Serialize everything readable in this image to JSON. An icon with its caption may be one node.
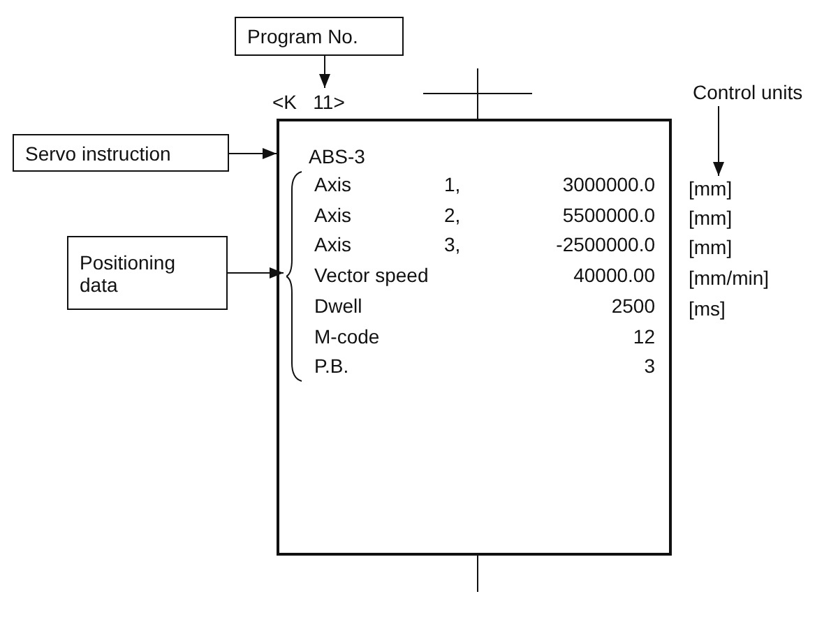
{
  "diagram": {
    "nodes": [
      {
        "text": [
          "Program No."
        ]
      },
      {
        "text": [
          "<K   11>"
        ]
      },
      {
        "text": [
          "Servo instruction"
        ]
      },
      {
        "text": [],
        "shape": "box"
      },
      {
        "text": [
          "ABS-3"
        ],
        "in": 3
      },
      {
        "text": [
          "Positioning data"
        ]
      },
      {
        "text": [],
        "shape": "brace",
        "in": 3
      },
      {
        "text": [
          "Control units"
        ]
      },
      {
        "text": [
          "[mm]"
        ]
      }
    ],
    "edges": [
      {
        "from": 0,
        "to": 1,
        "arrow": "to"
      },
      {
        "from": 2,
        "to": 4,
        "arrow": "to"
      },
      {
        "from": 5,
        "to": 6,
        "arrow": "to"
      },
      {
        "from": 7,
        "to": 8,
        "arrow": "to"
      }
    ],
    "labels": [
      "Axis",
      "1,",
      "3000000.0",
      "Axis",
      "2,",
      "5500000.0",
      "[mm]",
      "Axis",
      "3,",
      "-2500000.0",
      "[mm]",
      "Vector speed",
      "40000.00",
      "[mm/min]",
      "Dwell",
      "2500",
      "[ms]",
      "M-code",
      "12",
      "P.B.",
      "3"
    ]
  }
}
